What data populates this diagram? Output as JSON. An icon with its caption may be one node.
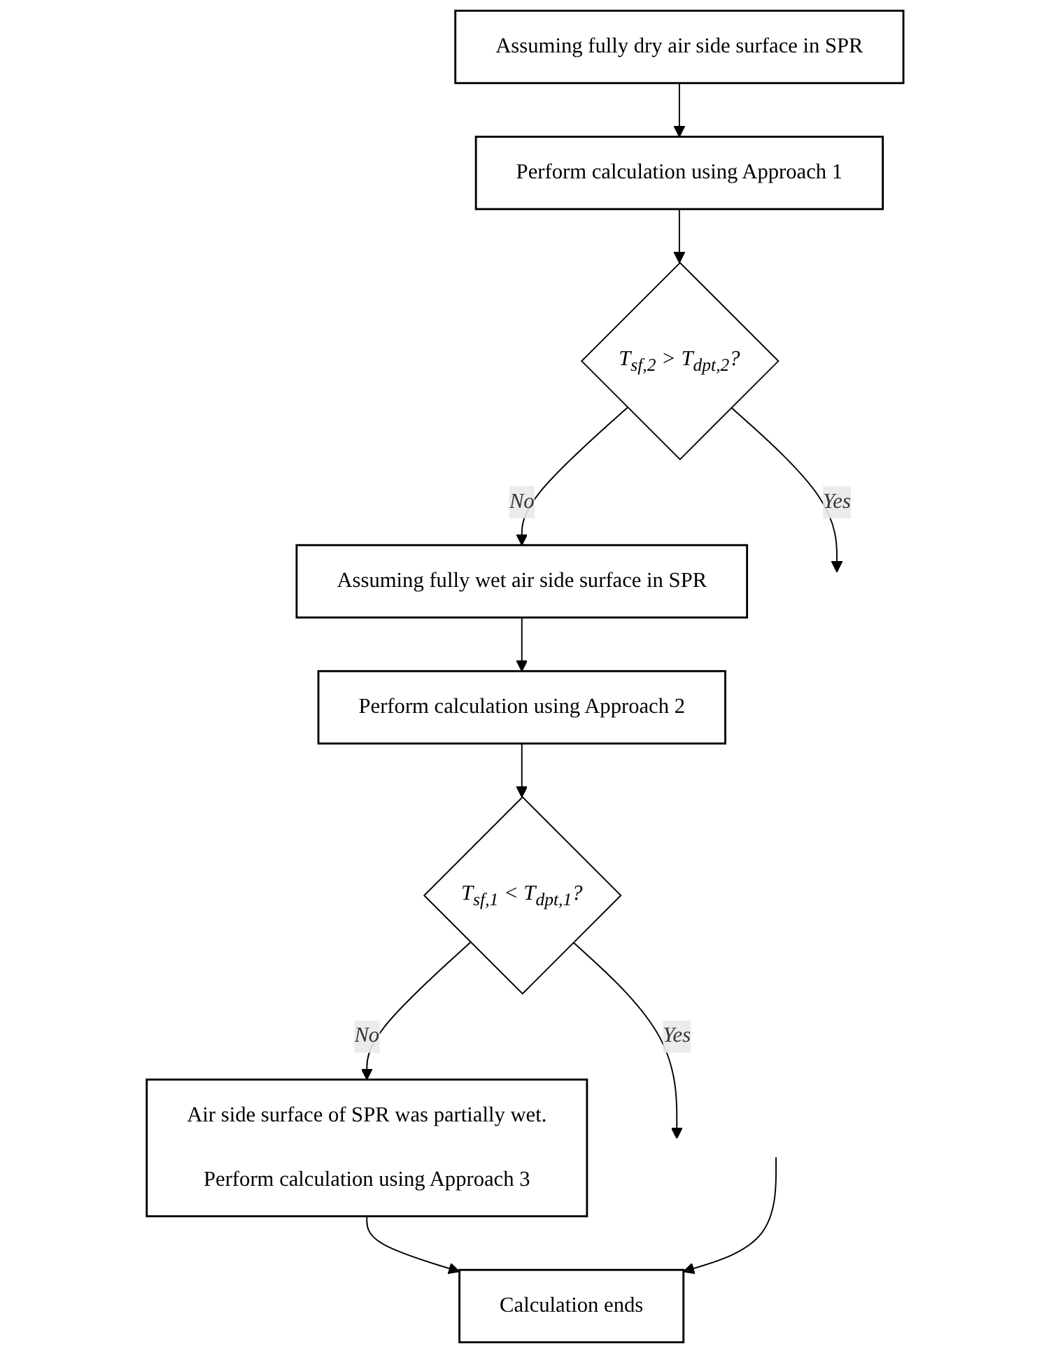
{
  "diagram": {
    "nodes": [
      {
        "text": [
          "Assuming fully dry air side surface in SPR"
        ]
      },
      {
        "text": [
          "Perform calculation using Approach 1"
        ]
      },
      {
        "text": [
          "T$_{sf,2}$ > T$_{dpt,2}$?"
        ]
      },
      {
        "text": [
          "Assuming fully wet air side surface in SPR"
        ]
      },
      {
        "text": [
          "Perform calculation using Approach 2"
        ]
      },
      {
        "text": [
          "T$_{sf,1}$ < T$_{dpt,1}$?"
        ]
      },
      {
        "text": [
          "Air side surface of SPR was partially wet.",
          "Perform calculation using Approach 3"
        ]
      },
      {
        "text": [
          "Calculation ends"
        ]
      }
    ],
    "edges": [
      {
        "from": 0,
        "to": 1,
        "arrow": "to"
      },
      {
        "from": 1,
        "to": 2,
        "arrow": "to"
      },
      {
        "from": 2,
        "to": null,
        "arrow": "to",
        "label": "Yes"
      },
      {
        "from": 2,
        "to": 3,
        "arrow": "to",
        "label": "No"
      },
      {
        "from": 3,
        "to": 4,
        "arrow": "to"
      },
      {
        "from": 4,
        "to": 5,
        "arrow": "to"
      },
      {
        "from": 5,
        "to": null,
        "arrow": "to",
        "label": "Yes"
      },
      {
        "from": 5,
        "to": 6,
        "arrow": "to",
        "label": "No"
      },
      {
        "from": 6,
        "to": 7,
        "arrow": "to"
      },
      {
        "from": null,
        "to": 7,
        "arrow": "to"
      }
    ]
  }
}
